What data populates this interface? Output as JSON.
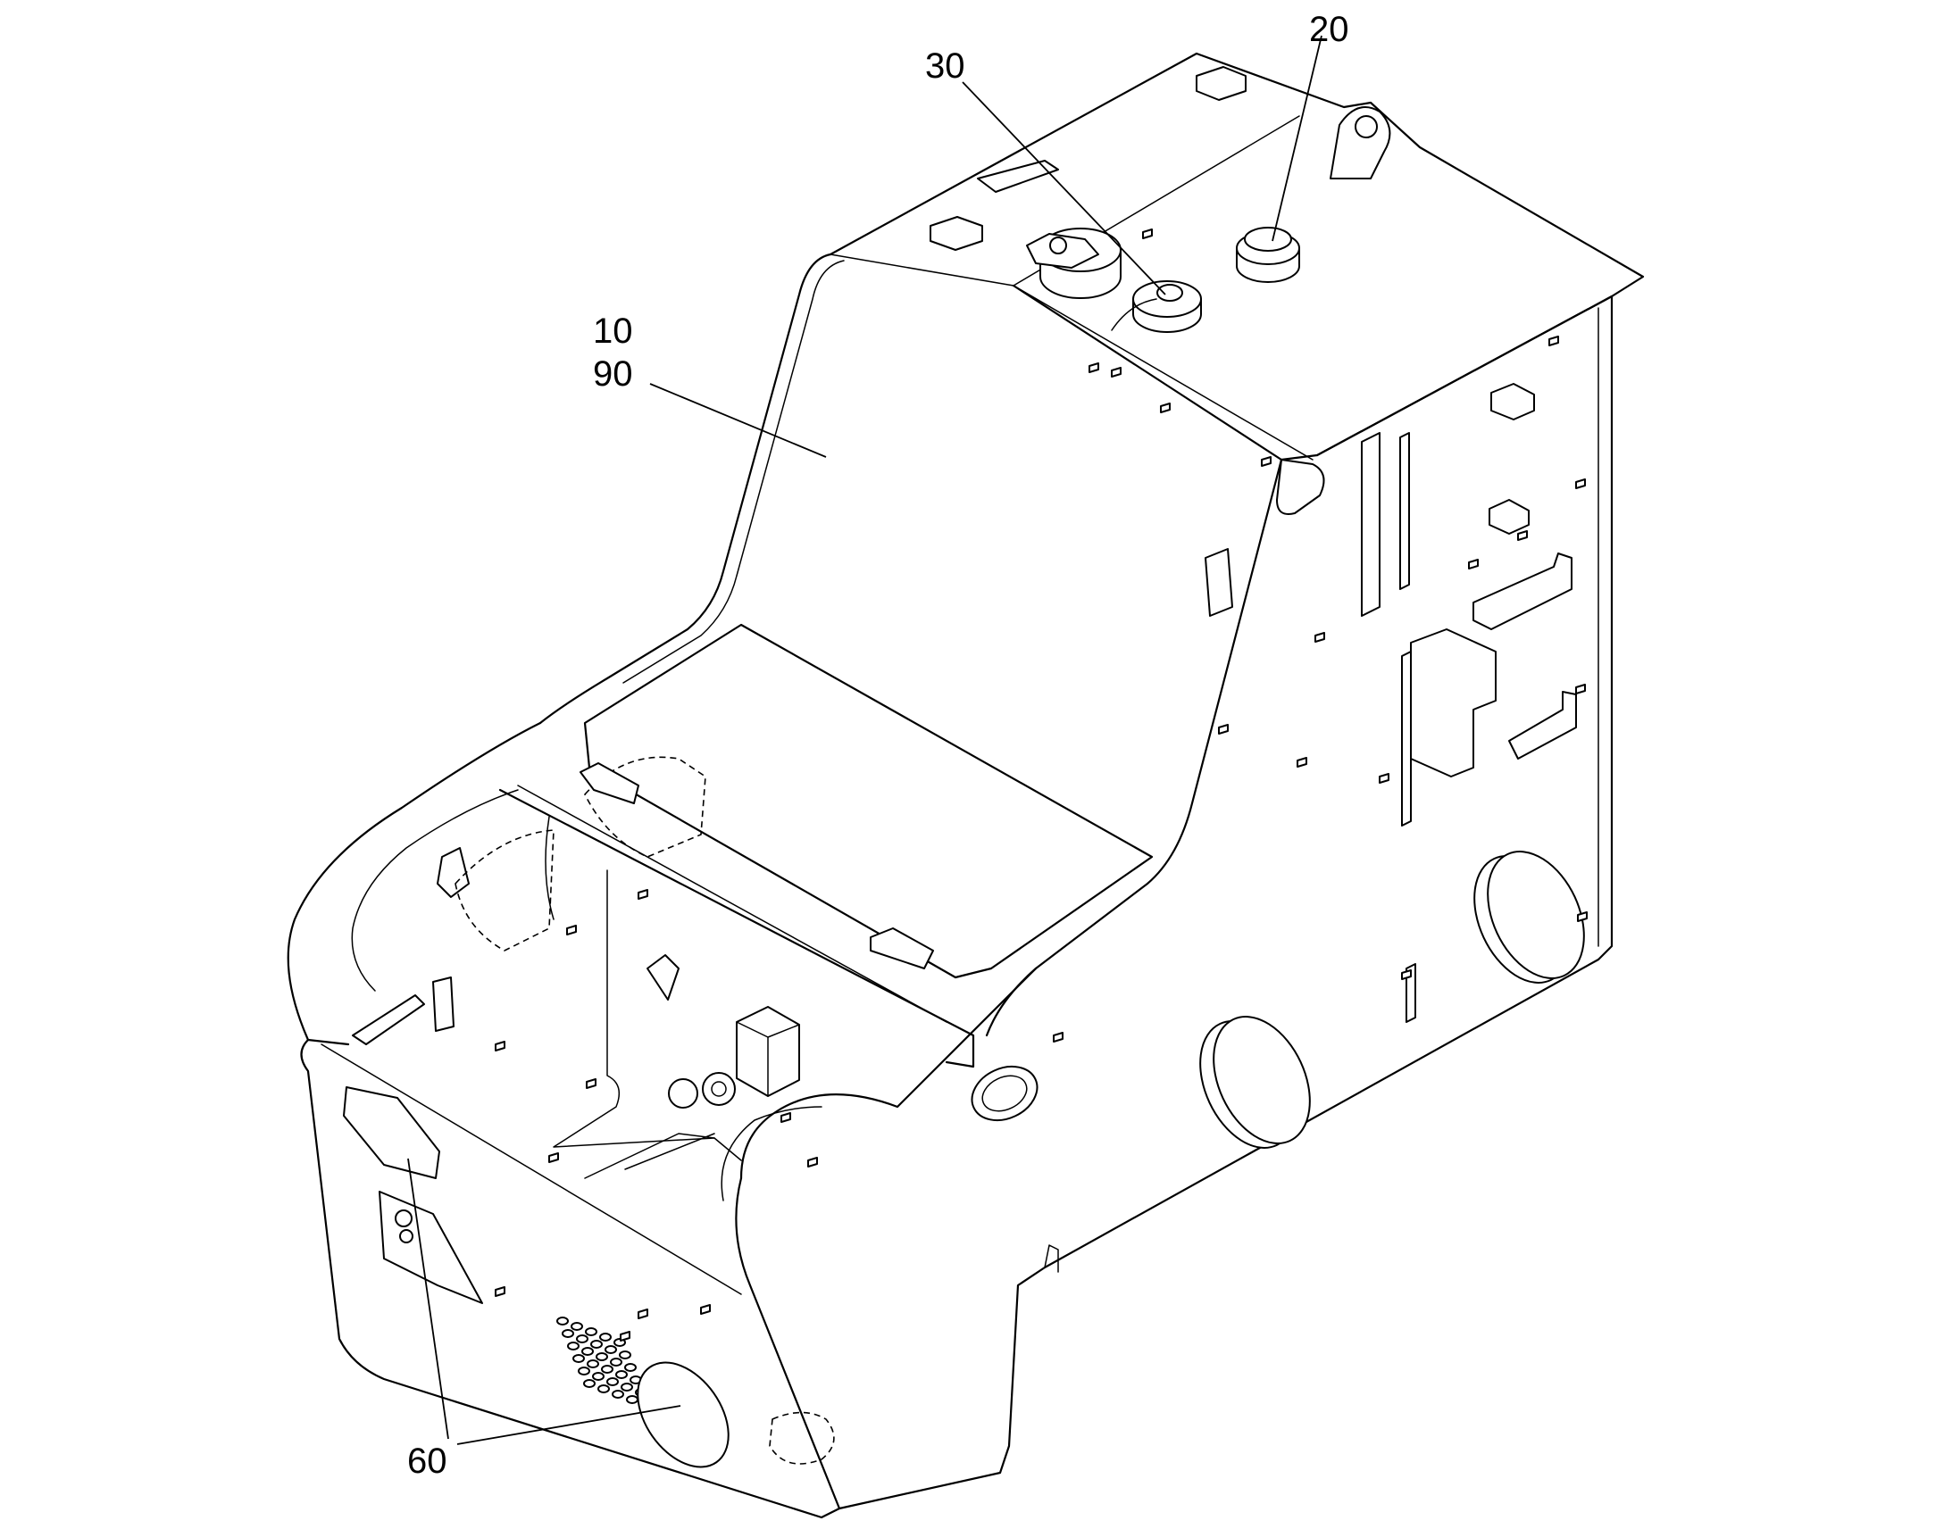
{
  "callouts": {
    "c10": "10",
    "c90": "90",
    "c20": "20",
    "c30": "30",
    "c60": "60"
  },
  "colors": {
    "line": "#000000",
    "background": "#ffffff"
  }
}
